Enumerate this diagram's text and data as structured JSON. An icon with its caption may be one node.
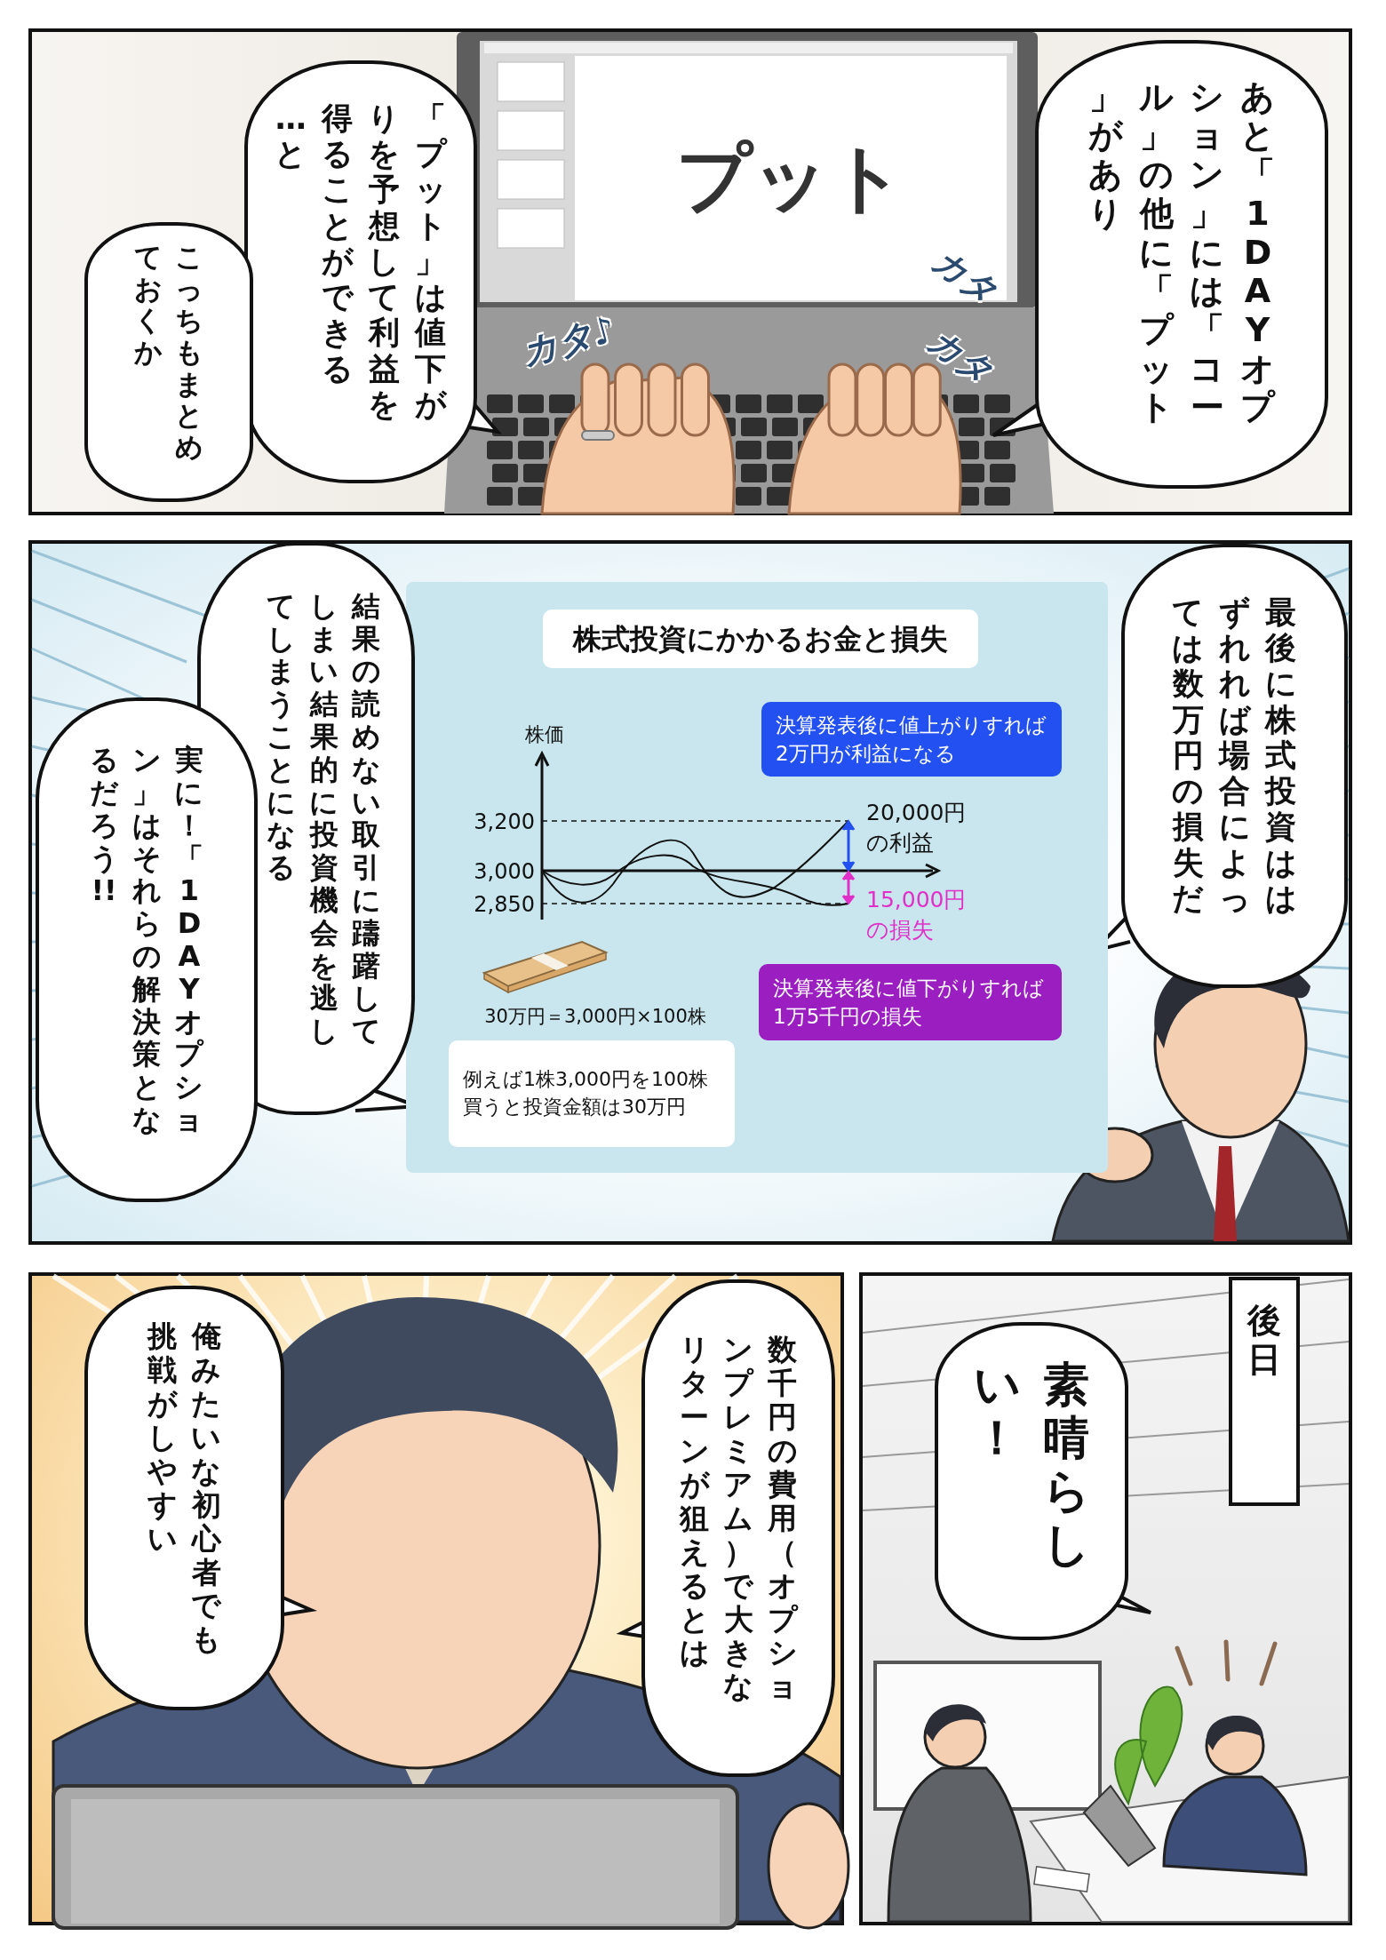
{
  "diagram": {
    "nodes": [
      {
        "text": [],
        "shape": "box"
      },
      {
        "text": [
          "あと「1DAYオプション」には「コール」の他に「プット」があり"
        ],
        "in": 0
      },
      {
        "text": [
          "「プット」は値下がりを予想して利益を得ることができる…と"
        ],
        "in": 0
      },
      {
        "text": [
          "こっちもまとめておくか"
        ],
        "in": 0
      },
      {
        "text": [
          "プット"
        ],
        "in": 0
      },
      {
        "text": [],
        "shape": "box"
      },
      {
        "text": [
          "最後に株式投資ははずれれば場合によっては数万円の損失だ"
        ],
        "in": 5
      },
      {
        "text": [
          "結果の読めない取引に躊躇してしまい結果的に投資機会を逃してしまうことになる"
        ],
        "in": 5
      },
      {
        "text": [
          "実に！「1DAYオプション」はそれらの解決策となるだろう!!"
        ],
        "in": 5
      },
      {
        "text": [],
        "shape": "box",
        "in": 5
      },
      {
        "text": [
          "株式投資にかかるお金と損失"
        ],
        "in": 9
      },
      {
        "text": [
          "決算発表後に値上がりすれば2万円が利益になる"
        ],
        "in": 9
      },
      {
        "text": [
          "決算発表後に値下がりすれば1万5千円の損失"
        ],
        "in": 9
      },
      {
        "text": [
          "例えば1株3,000円を100株買うと投資金額は30万円"
        ],
        "in": 9
      },
      {
        "text": [],
        "shape": "box"
      },
      {
        "text": [
          "数千円の費用（オプションプレミアム）で大きなリターンが狙えるとは"
        ],
        "in": 14
      },
      {
        "text": [
          "俺みたいな初心者でも挑戦がしやすい"
        ],
        "in": 14
      },
      {
        "text": [],
        "shape": "box"
      },
      {
        "text": [
          "後日"
        ],
        "in": 17
      },
      {
        "text": [
          "素晴らしい！"
        ],
        "in": 17
      }
    ],
    "labels": [
      "カタ♪",
      "カタ",
      "カタ",
      "株価",
      "3,200",
      "3,000",
      "2,850",
      "20,000円の利益",
      "15,000円の損失",
      "30万円＝3,000円×100株"
    ]
  }
}
